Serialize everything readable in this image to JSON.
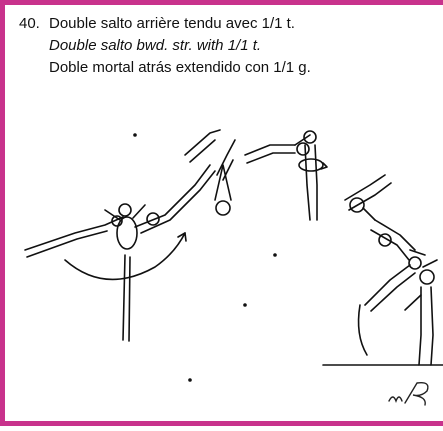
{
  "element": {
    "number": "40.",
    "name_fr": "Double salto arrière tendu avec 1/1 t.",
    "name_en": "Double salto bwd. str. with 1/1 t.",
    "name_es": "Doble mortal atrás extendido con 1/1 g."
  },
  "colors": {
    "frame_border": "#c8328c",
    "ink": "#111111"
  },
  "signature_mark": "signature-scribble"
}
